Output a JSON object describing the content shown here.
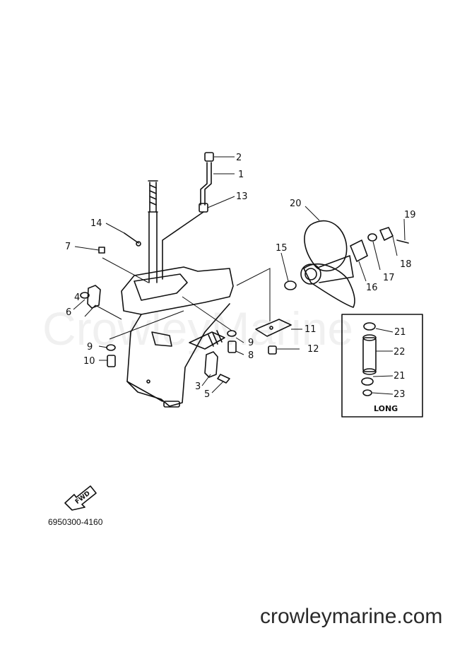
{
  "watermark": "CrowleyMarine",
  "drawing_number": "6950300-4160",
  "footer": "crowleymarine.com",
  "inset_label": "LONG",
  "fwd_label": "FWD",
  "callouts": [
    "2",
    "1",
    "13",
    "20",
    "19",
    "14",
    "7",
    "15",
    "18",
    "17",
    "16",
    "6",
    "4",
    "11",
    "21",
    "22",
    "9",
    "12",
    "9",
    "8",
    "10",
    "21",
    "23",
    "3",
    "5"
  ]
}
